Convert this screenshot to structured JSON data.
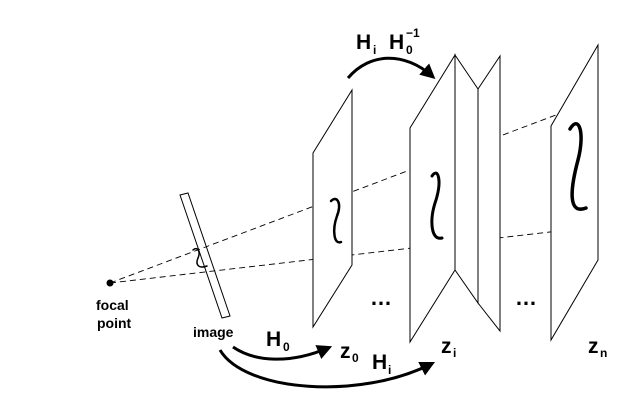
{
  "labels": {
    "focal_point_line1": "focal",
    "focal_point_line2": "point",
    "image": "image",
    "z0_main": "z",
    "z0_sub": "0",
    "zi_main": "z",
    "zi_sub": "i",
    "zn_main": "z",
    "zn_sub": "n",
    "ellipsis": "…"
  },
  "arrows": {
    "top": {
      "H": "H",
      "i": "i",
      "H2": "H",
      "sub0": "0",
      "sup": "−1"
    },
    "h0": {
      "H": "H",
      "sub": "0"
    },
    "hi": {
      "H": "H",
      "sub": "i"
    }
  }
}
